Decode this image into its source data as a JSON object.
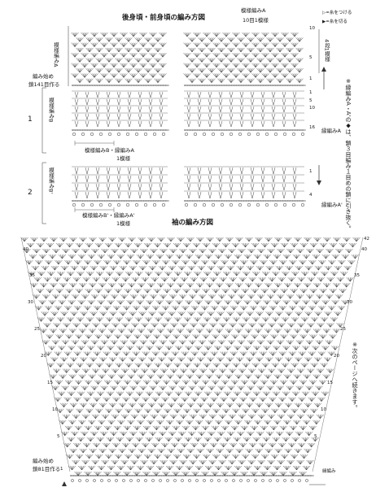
{
  "titles": {
    "body_chart": "後身頃・前身頃の編み方図",
    "sleeve_chart": "袖の編み方図"
  },
  "legend": {
    "attach_yarn": "▷=糸をつける",
    "cut_yarn": "▶=糸を切る"
  },
  "body": {
    "pattern_a_label": "模様編みA",
    "pattern_a_repeat": "10目1模様",
    "pattern_a_side": "模様編みA",
    "rows_repeat": "4段1模様",
    "start_note_line1": "編み始め",
    "start_note_line2": "鎖141目作る",
    "pattern_b_side": "模様編みB",
    "edge_a": "縁編みA",
    "bottom_label_1": "模様編みB・縁編みA",
    "bottom_label_1_sub": "1模様",
    "pattern_b2_side": "模様編みB'",
    "edge_a2": "縁編みA'",
    "bottom_label_2": "模様編みB'・縁編みA'",
    "bottom_label_2_sub": "1模様",
    "section_1": "1",
    "section_2": "2"
  },
  "notes": {
    "right_note": "※縁編みA・A'の◆は、鎖３目編み１目めの鎖に引き抜く。",
    "continue_note": "※次のページへ続きます。"
  },
  "sleeve": {
    "start_note_line1": "編み始め",
    "start_note_line2": "鎖81目作る",
    "bottom_right_label": "縁編み"
  },
  "row_numbers": {
    "body_top": [
      "10",
      "5",
      "1"
    ],
    "body_mid": [
      "16",
      "10",
      "5",
      "1"
    ],
    "body_low": [
      "4",
      "1"
    ],
    "sleeve_right": [
      "42",
      "40",
      "35",
      "30",
      "25",
      "20",
      "15",
      "10",
      "5"
    ],
    "sleeve_left": [
      "40",
      "35",
      "30",
      "25",
      "20",
      "15",
      "10",
      "5",
      "1"
    ]
  }
}
